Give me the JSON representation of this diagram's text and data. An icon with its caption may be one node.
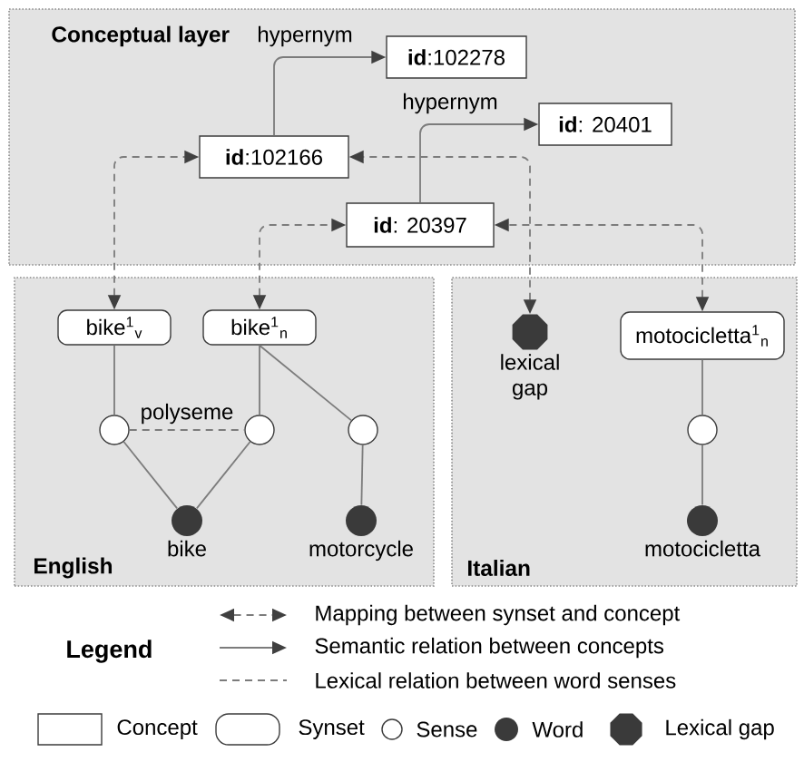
{
  "diagram": {
    "nodes": [
      {
        "text": [
          "Conceptual layer"
        ]
      },
      {
        "text": [
          "**id**:102278"
        ],
        "in": 0
      },
      {
        "text": [
          "**id**:102166"
        ],
        "in": 0
      },
      {
        "text": [
          "**id**: 20401"
        ],
        "in": 0
      },
      {
        "text": [
          "**id**: 20397"
        ],
        "in": 0
      },
      {
        "text": [
          "English"
        ]
      },
      {
        "text": [
          "bike$^{1}$$_{v}$"
        ],
        "in": 5
      },
      {
        "text": [
          "bike$^{1}$$_{n}$"
        ],
        "in": 5
      },
      {
        "text": [],
        "shape": "circle",
        "in": 5
      },
      {
        "text": [],
        "shape": "circle",
        "in": 5
      },
      {
        "text": [],
        "shape": "circle",
        "in": 5
      },
      {
        "text": [],
        "shape": "circle",
        "in": 5,
        "beside": [
          "bike"
        ]
      },
      {
        "text": [],
        "shape": "circle",
        "in": 5,
        "beside": [
          "motorcycle"
        ]
      },
      {
        "text": [
          "Italian"
        ]
      },
      {
        "text": [],
        "shape": "octagon",
        "in": 13,
        "beside": [
          "lexical gap"
        ]
      },
      {
        "text": [
          "motocicletta$^{1}$$_{n}$"
        ],
        "in": 13
      },
      {
        "text": [],
        "shape": "circle",
        "in": 13
      },
      {
        "text": [],
        "shape": "circle",
        "in": 13,
        "beside": [
          "motocicletta"
        ]
      }
    ],
    "edges": [
      {
        "from": 2,
        "to": 1,
        "arrow": "to",
        "label": "hypernym"
      },
      {
        "from": 4,
        "to": 3,
        "arrow": "to",
        "label": "hypernym"
      },
      {
        "from": 6,
        "to": 2,
        "arrow": "both",
        "style": "dashed"
      },
      {
        "from": 7,
        "to": 4,
        "arrow": "both",
        "style": "dashed"
      },
      {
        "from": 14,
        "to": 2,
        "arrow": "both",
        "style": "dashed"
      },
      {
        "from": 15,
        "to": 4,
        "arrow": "both",
        "style": "dashed"
      },
      {
        "from": 6,
        "to": 8,
        "arrow": "none"
      },
      {
        "from": 7,
        "to": 9,
        "arrow": "none"
      },
      {
        "from": 7,
        "to": 10,
        "arrow": "none"
      },
      {
        "from": 8,
        "to": 9,
        "arrow": "none",
        "style": "dashed",
        "label": "polyseme"
      },
      {
        "from": 8,
        "to": 11,
        "arrow": "none"
      },
      {
        "from": 9,
        "to": 11,
        "arrow": "none"
      },
      {
        "from": 10,
        "to": 12,
        "arrow": "none"
      },
      {
        "from": 15,
        "to": 16,
        "arrow": "none"
      },
      {
        "from": 16,
        "to": 17,
        "arrow": "none"
      }
    ],
    "labels": [
      "Legend"
    ],
    "legend": [
      {
        "text": "Mapping between synset and concept"
      },
      {
        "text": "Semantic relation between concepts"
      },
      {
        "text": "Lexical relation between word senses"
      },
      {
        "text": "Concept"
      },
      {
        "text": "Synset"
      },
      {
        "text": "Sense"
      },
      {
        "text": "Word"
      },
      {
        "text": "Lexical gap"
      }
    ]
  }
}
